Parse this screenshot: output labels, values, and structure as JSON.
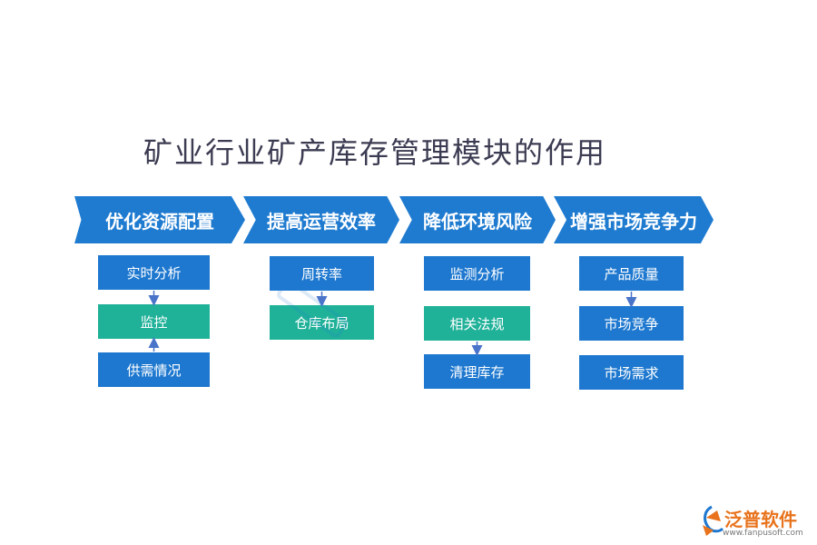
{
  "title": "矿业行业矿产库存管理模块的作用",
  "colors": {
    "chevron": "#1f7bd0",
    "box_blue": "#1e78cf",
    "box_teal": "#20b199",
    "arrow": "#4a74c9",
    "logo_orange": "#e8731c"
  },
  "sections": [
    {
      "header": "优化资源配置",
      "items": [
        {
          "label": "实时分析",
          "color": "blue"
        },
        {
          "label": "监控",
          "color": "teal"
        },
        {
          "label": "供需情况",
          "color": "blue"
        }
      ]
    },
    {
      "header": "提高运营效率",
      "items": [
        {
          "label": "周转率",
          "color": "blue"
        },
        {
          "label": "仓库布局",
          "color": "teal"
        }
      ]
    },
    {
      "header": "降低环境风险",
      "items": [
        {
          "label": "监测分析",
          "color": "blue"
        },
        {
          "label": "相关法规",
          "color": "teal"
        },
        {
          "label": "清理库存",
          "color": "blue"
        }
      ]
    },
    {
      "header": "增强市场竞争力",
      "items": [
        {
          "label": "产品质量",
          "color": "blue"
        },
        {
          "label": "市场竞争",
          "color": "blue"
        },
        {
          "label": "市场需求",
          "color": "blue"
        }
      ]
    }
  ],
  "logo": {
    "name": "泛普软件",
    "url": "www.fanpusoft.com"
  }
}
